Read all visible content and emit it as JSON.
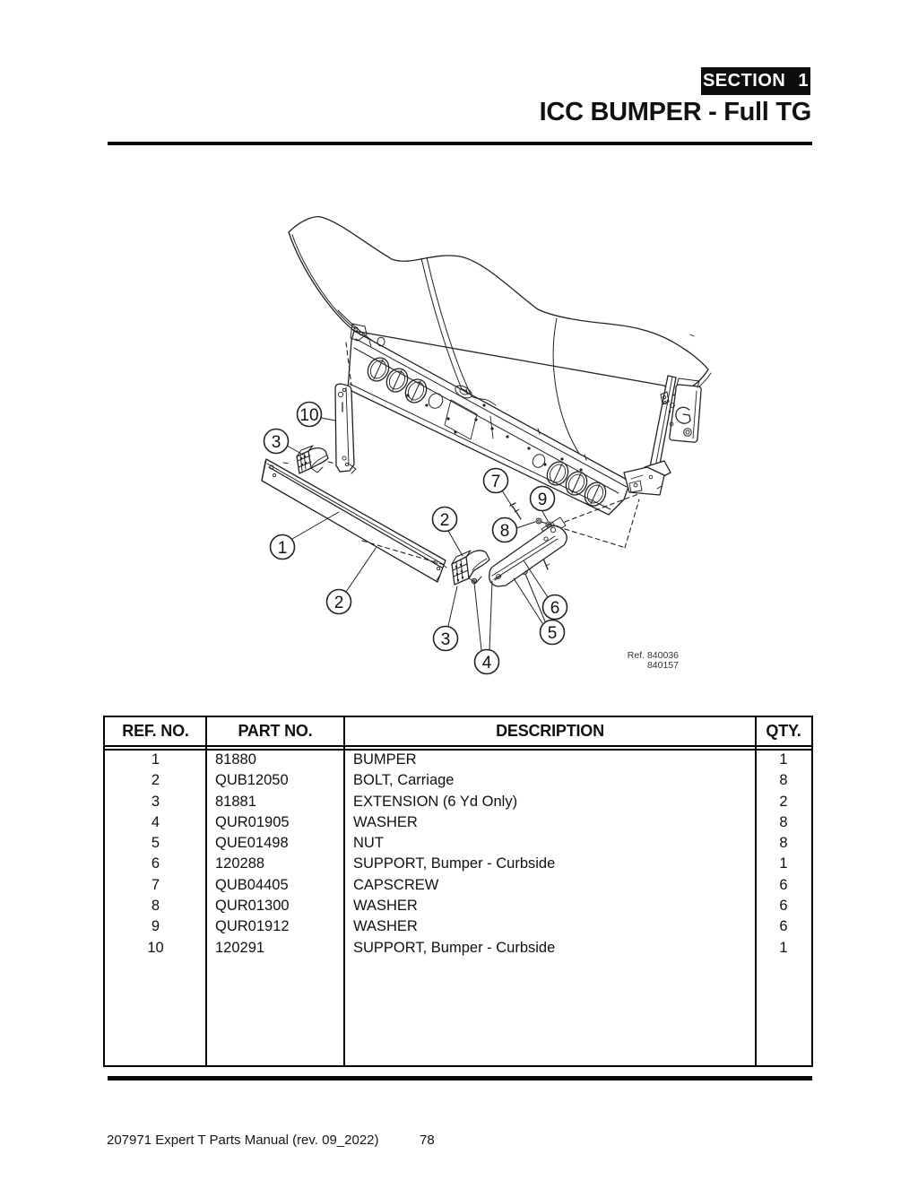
{
  "page": {
    "section_badge": "SECTION 1",
    "title": "ICC BUMPER - Full TG",
    "footer": {
      "manual": "207971 Expert T Parts Manual (rev. 09_2022)",
      "page_number": "78"
    }
  },
  "diagram": {
    "ref_line1": "Ref. 840036",
    "ref_line2": "840157",
    "callouts": [
      "10",
      "3",
      "1",
      "2",
      "2",
      "7",
      "9",
      "8",
      "6",
      "5",
      "3",
      "4"
    ]
  },
  "table": {
    "headers": {
      "ref": "REF. NO.",
      "part": "PART NO.",
      "desc": "DESCRIPTION",
      "qty": "QTY."
    },
    "rows": [
      {
        "ref": "1",
        "part": "81880",
        "desc": "BUMPER",
        "qty": "1"
      },
      {
        "ref": "2",
        "part": "QUB12050",
        "desc": "BOLT, Carriage",
        "qty": "8"
      },
      {
        "ref": "3",
        "part": "81881",
        "desc": "EXTENSION (6 Yd Only)",
        "qty": "2"
      },
      {
        "ref": "4",
        "part": "QUR01905",
        "desc": "WASHER",
        "qty": "8"
      },
      {
        "ref": "5",
        "part": "QUE01498",
        "desc": "NUT",
        "qty": "8"
      },
      {
        "ref": "6",
        "part": "120288",
        "desc": "SUPPORT, Bumper - Curbside",
        "qty": "1"
      },
      {
        "ref": "7",
        "part": "QUB04405",
        "desc": "CAPSCREW",
        "qty": "6"
      },
      {
        "ref": "8",
        "part": "QUR01300",
        "desc": "WASHER",
        "qty": "6"
      },
      {
        "ref": "9",
        "part": "QUR01912",
        "desc": "WASHER",
        "qty": "6"
      },
      {
        "ref": "10",
        "part": "120291",
        "desc": "SUPPORT, Bumper - Curbside",
        "qty": "1"
      }
    ]
  },
  "colors": {
    "ink": "#111111",
    "badge_bg": "#0d0d0d",
    "badge_text": "#ffffff",
    "paper": "#ffffff"
  }
}
